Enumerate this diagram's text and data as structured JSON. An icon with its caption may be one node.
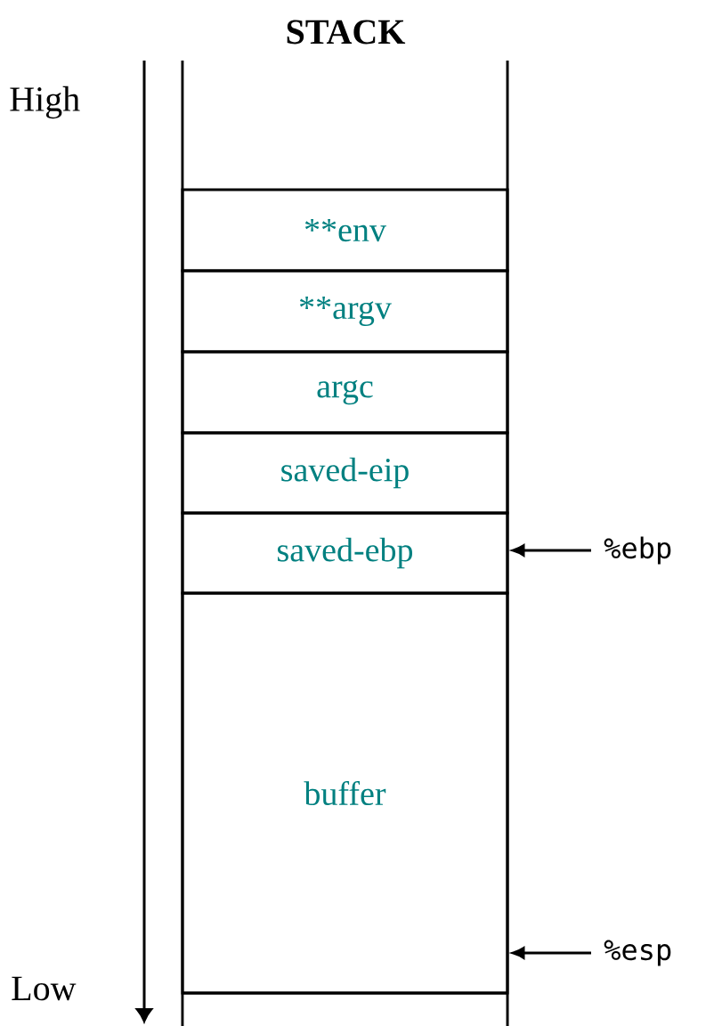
{
  "diagram": {
    "title": "STACK",
    "nodes": [
      {
        "text": [
          "**env"
        ]
      },
      {
        "text": [
          "**argv"
        ]
      },
      {
        "text": [
          "argc"
        ]
      },
      {
        "text": [
          "saved-eip"
        ]
      },
      {
        "text": [
          "saved-ebp"
        ]
      },
      {
        "text": [
          "buffer"
        ]
      },
      {
        "text": [
          "%ebp"
        ]
      },
      {
        "text": [
          "%esp"
        ]
      }
    ],
    "edges": [
      {
        "from": 6,
        "to": 4,
        "arrow": "to"
      },
      {
        "from": 7,
        "to": 5,
        "arrow": "to"
      }
    ],
    "labels": [
      "High",
      "Low"
    ]
  }
}
